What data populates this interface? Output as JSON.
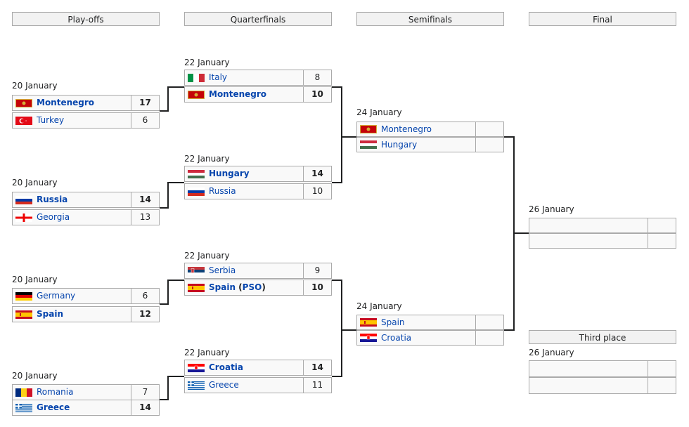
{
  "headers": {
    "playoffs": "Play-offs",
    "quarterfinals": "Quarterfinals",
    "semifinals": "Semifinals",
    "final": "Final",
    "third_place": "Third place"
  },
  "playoffs": [
    {
      "date": "20 January",
      "teams": [
        {
          "name": "Montenegro",
          "score": "17",
          "flag": "montenegro-flag-icon"
        },
        {
          "name": "Turkey",
          "score": "6",
          "flag": "turkey-flag-icon"
        }
      ]
    },
    {
      "date": "20 January",
      "teams": [
        {
          "name": "Russia",
          "score": "14",
          "flag": "russia-flag-icon"
        },
        {
          "name": "Georgia",
          "score": "13",
          "flag": "georgia-flag-icon"
        }
      ]
    },
    {
      "date": "20 January",
      "teams": [
        {
          "name": "Germany",
          "score": "6",
          "flag": "germany-flag-icon"
        },
        {
          "name": "Spain",
          "score": "12",
          "flag": "spain-flag-icon"
        }
      ]
    },
    {
      "date": "20 January",
      "teams": [
        {
          "name": "Romania",
          "score": "7",
          "flag": "romania-flag-icon"
        },
        {
          "name": "Greece",
          "score": "14",
          "flag": "greece-flag-icon"
        }
      ]
    }
  ],
  "quarterfinals": [
    {
      "date": "22 January",
      "teams": [
        {
          "name": "Italy",
          "score": "8",
          "flag": "italy-flag-icon"
        },
        {
          "name": "Montenegro",
          "score": "10",
          "flag": "montenegro-flag-icon"
        }
      ]
    },
    {
      "date": "22 January",
      "teams": [
        {
          "name": "Hungary",
          "score": "14",
          "flag": "hungary-flag-icon"
        },
        {
          "name": "Russia",
          "score": "10",
          "flag": "russia-flag-icon"
        }
      ]
    },
    {
      "date": "22 January",
      "teams": [
        {
          "name": "Serbia",
          "score": "9",
          "flag": "serbia-flag-icon"
        },
        {
          "name": "Spain",
          "suffix_open": " (",
          "suffix_link": "PSO",
          "suffix_close": ")",
          "score": "10",
          "flag": "spain-flag-icon"
        }
      ]
    },
    {
      "date": "22 January",
      "teams": [
        {
          "name": "Croatia",
          "score": "14",
          "flag": "croatia-flag-icon"
        },
        {
          "name": "Greece",
          "score": "11",
          "flag": "greece-flag-icon"
        }
      ]
    }
  ],
  "semifinals": [
    {
      "date": "24 January",
      "teams": [
        {
          "name": "Montenegro",
          "score": "",
          "flag": "montenegro-flag-icon"
        },
        {
          "name": "Hungary",
          "score": "",
          "flag": "hungary-flag-icon"
        }
      ]
    },
    {
      "date": "24 January",
      "teams": [
        {
          "name": "Spain",
          "score": "",
          "flag": "spain-flag-icon"
        },
        {
          "name": "Croatia",
          "score": "",
          "flag": "croatia-flag-icon"
        }
      ]
    }
  ],
  "final": {
    "date": "26 January"
  },
  "third_place": {
    "date": "26 January"
  },
  "colors": {
    "link": "#0645ad",
    "header_bg": "#f2f2f2",
    "cell_bg": "#f9f9f9",
    "border": "#aaaaaa"
  }
}
